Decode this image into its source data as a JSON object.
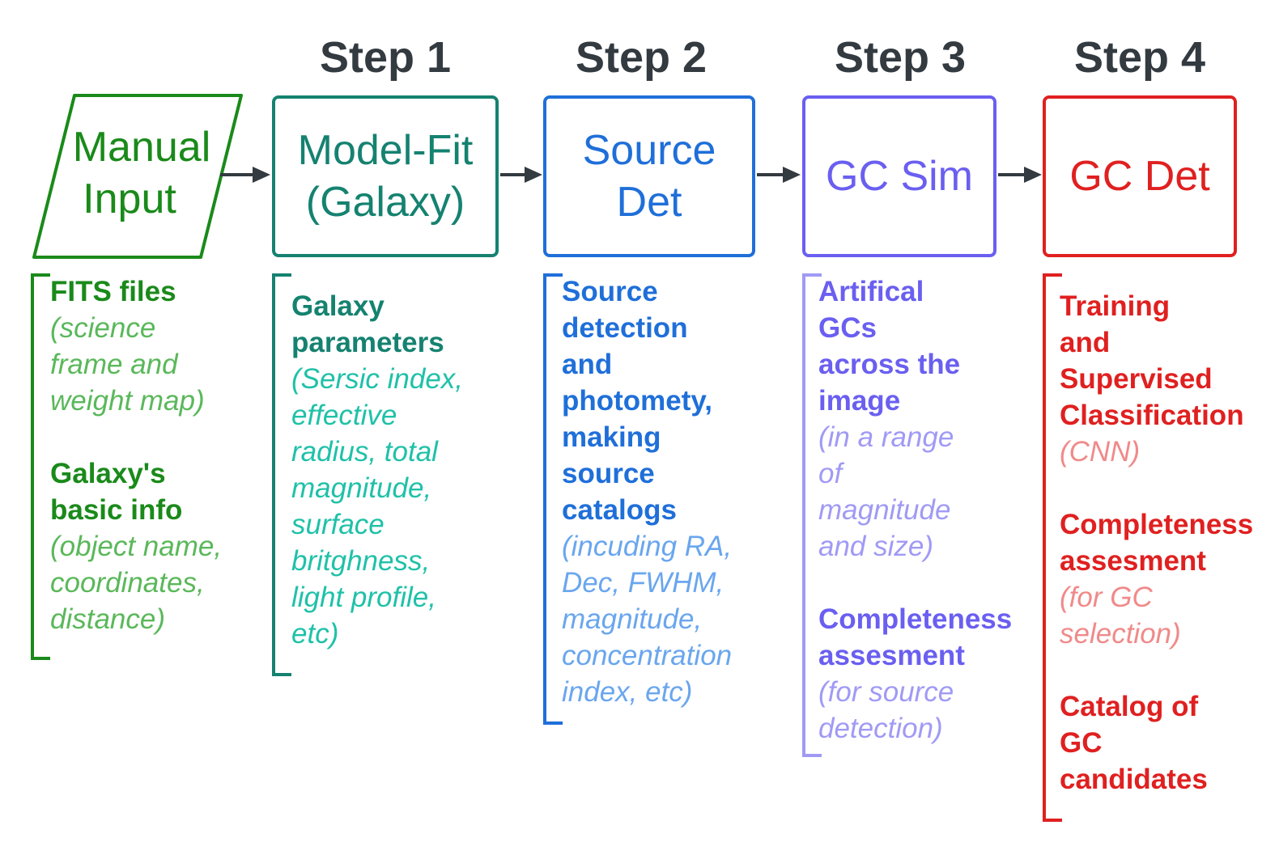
{
  "steps": [
    "Step 1",
    "Step 2",
    "Step 3",
    "Step 4"
  ],
  "nodes": {
    "manual_input": {
      "lines": [
        "Manual",
        "Input"
      ],
      "color": "#1a8a1a"
    },
    "model_fit": {
      "lines": [
        "Model-Fit",
        "(Galaxy)"
      ],
      "color": "#158270"
    },
    "source_det": {
      "lines": [
        "Source",
        "Det"
      ],
      "color": "#1f6fd9"
    },
    "gc_sim": {
      "lines": [
        "GC Sim"
      ],
      "color": "#6a5ff0"
    },
    "gc_det": {
      "lines": [
        "GC Det"
      ],
      "color": "#e02020"
    }
  },
  "descriptions": {
    "manual_input": {
      "bold_color": "#1a8a1a",
      "italic_color": "#5ab85a",
      "blocks": [
        {
          "bold": [
            "FITS files"
          ],
          "italic": [
            "(science",
            "frame and",
            "weight map)"
          ]
        },
        {
          "bold": [
            "Galaxy's",
            "basic info"
          ],
          "italic": [
            "(object name,",
            "coordinates,",
            "distance)"
          ]
        }
      ]
    },
    "model_fit": {
      "bold_color": "#158270",
      "italic_color": "#1fc1a8",
      "blocks": [
        {
          "bold": [
            "Galaxy",
            "parameters"
          ],
          "italic": [
            "(Sersic index,",
            "effective",
            "radius, total",
            "magnitude,",
            "surface",
            "britghness,",
            "light profile,",
            "etc)"
          ]
        }
      ]
    },
    "source_det": {
      "bold_color": "#1f6fd9",
      "italic_color": "#6aa6ee",
      "blocks": [
        {
          "bold": [
            "Source",
            "detection",
            "and",
            "photomety,",
            "making",
            "source",
            "catalogs"
          ],
          "italic": [
            "(incuding RA,",
            "Dec, FWHM,",
            "magnitude,",
            "concentration",
            "index, etc)"
          ]
        }
      ]
    },
    "gc_sim": {
      "bold_color": "#6a5ff0",
      "italic_color": "#a09af5",
      "blocks": [
        {
          "bold": [
            "Artifical",
            "GCs",
            "across the",
            "image"
          ],
          "italic": [
            "(in a range",
            "of",
            "magnitude",
            "and size)"
          ]
        },
        {
          "bold": [
            "Completeness",
            "assesment"
          ],
          "italic": [
            "(for source",
            "detection)"
          ]
        }
      ]
    },
    "gc_det": {
      "bold_color": "#e02020",
      "italic_color": "#f08a8a",
      "blocks": [
        {
          "bold": [
            "Training",
            "and",
            "Supervised",
            "Classification"
          ],
          "italic": [
            "(CNN)"
          ]
        },
        {
          "bold": [
            "Completeness",
            "assesment"
          ],
          "italic": [
            "(for GC",
            "selection)"
          ]
        },
        {
          "bold": [
            "Catalog of",
            "GC",
            "candidates"
          ],
          "italic": []
        }
      ]
    }
  }
}
